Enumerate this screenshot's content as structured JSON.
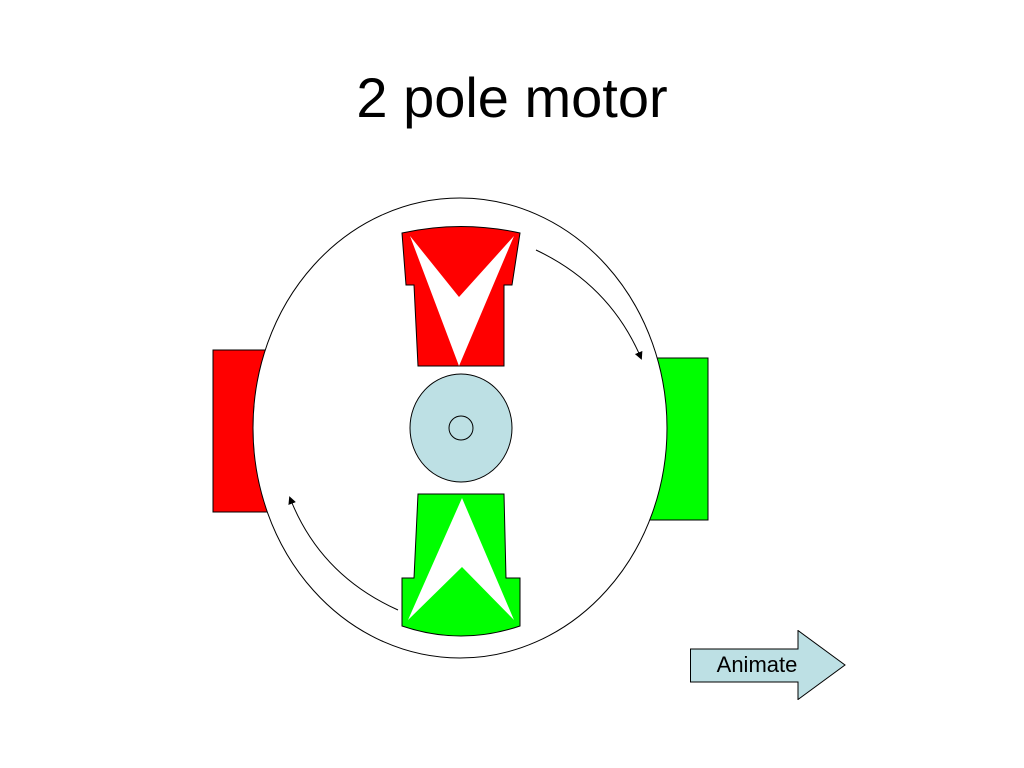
{
  "slide": {
    "title": "2 pole motor"
  },
  "animate_button": {
    "label": "Animate",
    "fill_color": "#bde0e4",
    "icon": "right-arrow-icon"
  },
  "colors": {
    "north_pole": "#ff0000",
    "south_pole": "#00ff00",
    "shaft": "#bde0e4",
    "outline": "#000000",
    "background": "#ffffff"
  },
  "diagram": {
    "stator_left_pole": "red",
    "stator_right_pole": "green",
    "rotor_top_pole": "red",
    "rotor_bottom_pole": "green",
    "rotation_direction": "clockwise"
  }
}
